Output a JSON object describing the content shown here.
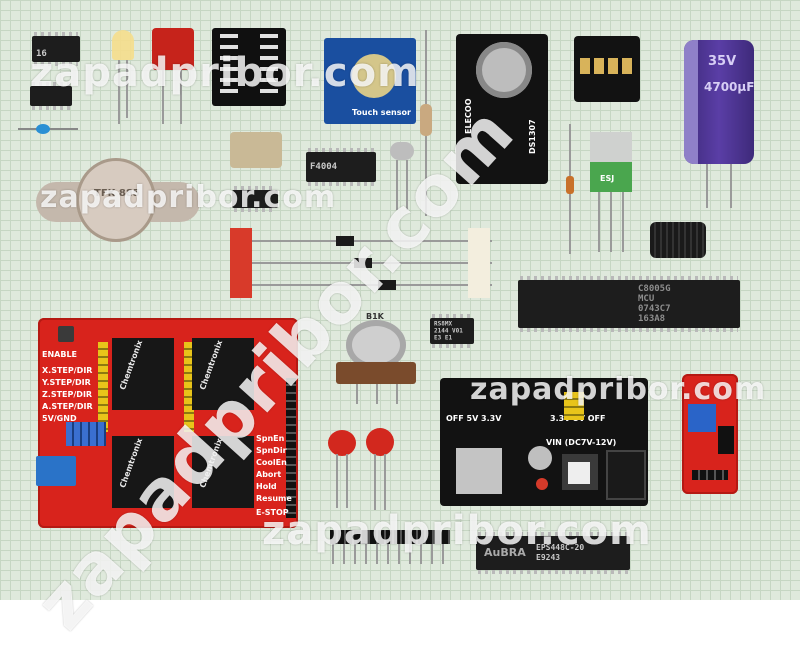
{
  "watermarks": [
    "zapadpribor.com",
    "zapadpribor.com",
    "zapadpribor.com",
    "zapadpribor.com",
    "zapadpribor.com"
  ],
  "components": {
    "smd_ic_top_left": [
      "",
      "16",
      ""
    ],
    "to3_transistor": "TFK 885",
    "dip_ic_center": [
      "",
      "",
      "F4004"
    ],
    "touch_sensor": "Touch sensor",
    "rtc_module": "DS1307",
    "rtc_brand": "ELECOO",
    "capacitor": [
      "35V",
      "4700µF"
    ],
    "large_dip_chip": [
      "C8005G",
      "MCU",
      "0743C7",
      "163A8"
    ],
    "small_chip": [
      "RS8MX",
      "2144  V01",
      "E3   E1"
    ],
    "potentiometer": "B1K",
    "cnc_shield_labels": [
      "ENABLE",
      "X.STEP/DIR",
      "Y.STEP/DIR",
      "Z.STEP/DIR",
      "A.STEP/DIR",
      "5V/GND"
    ],
    "cnc_right_labels": [
      "SpnEn",
      "SpnDir",
      "CoolEn",
      "Abort",
      "Hold",
      "Resume",
      "E-STOP"
    ],
    "driver_brand": "Chemtronix",
    "power_module": [
      "VIN (DC7V-12V)",
      "OFF 5V 3.3V",
      "3.3V 5V OFF"
    ],
    "bottom_chip": [
      "EPS448C-20",
      "E9243"
    ],
    "bottom_brand": "AuBRA",
    "transistor_green": "ESJ"
  }
}
